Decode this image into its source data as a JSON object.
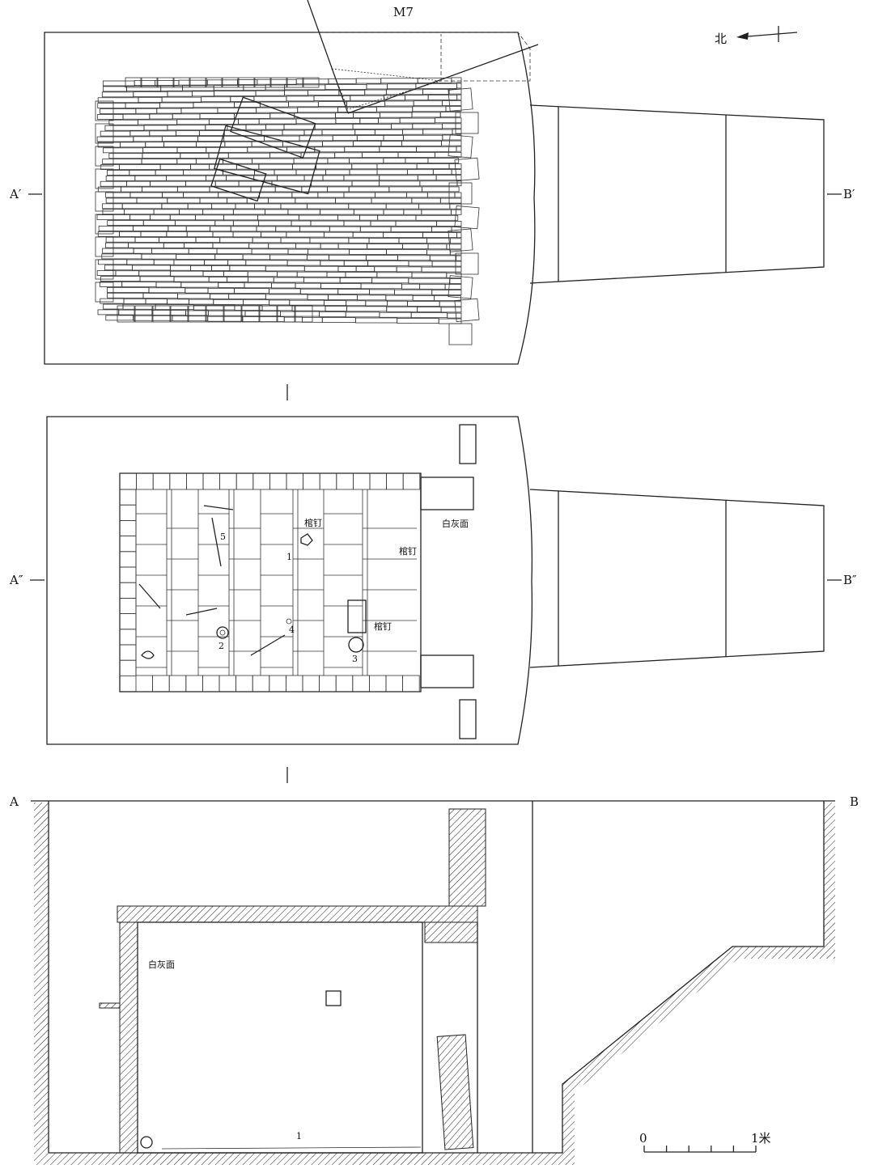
{
  "top_plan": {
    "overlap_tomb_label": "M7",
    "north_label": "北",
    "section_left": "A′",
    "section_right": "B′"
  },
  "floor_plan": {
    "section_left": "A″",
    "section_right": "B″",
    "lime_surface_label": "白灰面",
    "coffin_nail_labels": [
      "棺钉",
      "棺钉",
      "棺钉"
    ],
    "artifact_numbers": [
      "1",
      "2",
      "3",
      "4",
      "5"
    ]
  },
  "section": {
    "section_left": "A",
    "section_right": "B",
    "lime_surface_label": "白灰面",
    "artifact_number": "1"
  },
  "scale_bar": {
    "start": "0",
    "end": "1米",
    "divisions": 5
  }
}
